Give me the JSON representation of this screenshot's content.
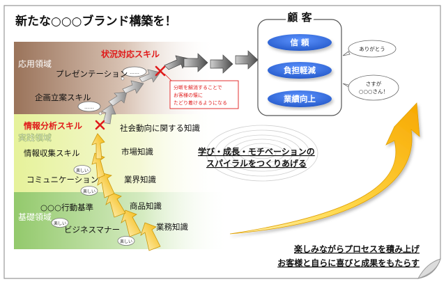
{
  "title": "新たな○○○ブランド構築を！",
  "customer": {
    "heading": "顧 客",
    "pills": [
      "信 頼",
      "負担軽減",
      "業績向上"
    ],
    "bubbles": [
      [
        "ありがとう"
      ],
      [
        "さすが",
        "○○○さん！"
      ]
    ]
  },
  "domains": {
    "applied": "応用領域",
    "practical": "実践領域",
    "basic": "基礎領域"
  },
  "skills": {
    "situation": "状況対応スキル",
    "presentation": "プレゼンテーション",
    "planning": "企画立案スキル",
    "info_analysis": "情報分析スキル",
    "social_trends": "社会動向に関する知識",
    "info_collection": "情報収集スキル",
    "market": "市場知識",
    "communication": "コミュニケーション",
    "industry": "業界知識",
    "conduct": "○○○行動基準",
    "product": "商品知識",
    "business_manner": "ビジネスマナー",
    "work": "業務知識"
  },
  "callout": [
    "分断を解消することで",
    "お客様の懐に",
    "たどり着けるようになる"
  ],
  "thought_dots": "……",
  "fun_badge": "楽しい",
  "spiral_text": [
    "学び・成長・モチベーションの",
    "スパイラルをつくりあげる"
  ],
  "bottom_text": [
    "楽しみながらプロセスを積み上げ",
    "お客様と自らに喜びと成果をもたらす"
  ],
  "colors": {
    "applied_band": "#a07a5c",
    "practical_band": "#e9f3a8",
    "basic_band": "#9fd07a",
    "pill_blue": "#1f5fd6",
    "arrow_yellow": "#f2b800",
    "red_label": "#e01a1a"
  }
}
